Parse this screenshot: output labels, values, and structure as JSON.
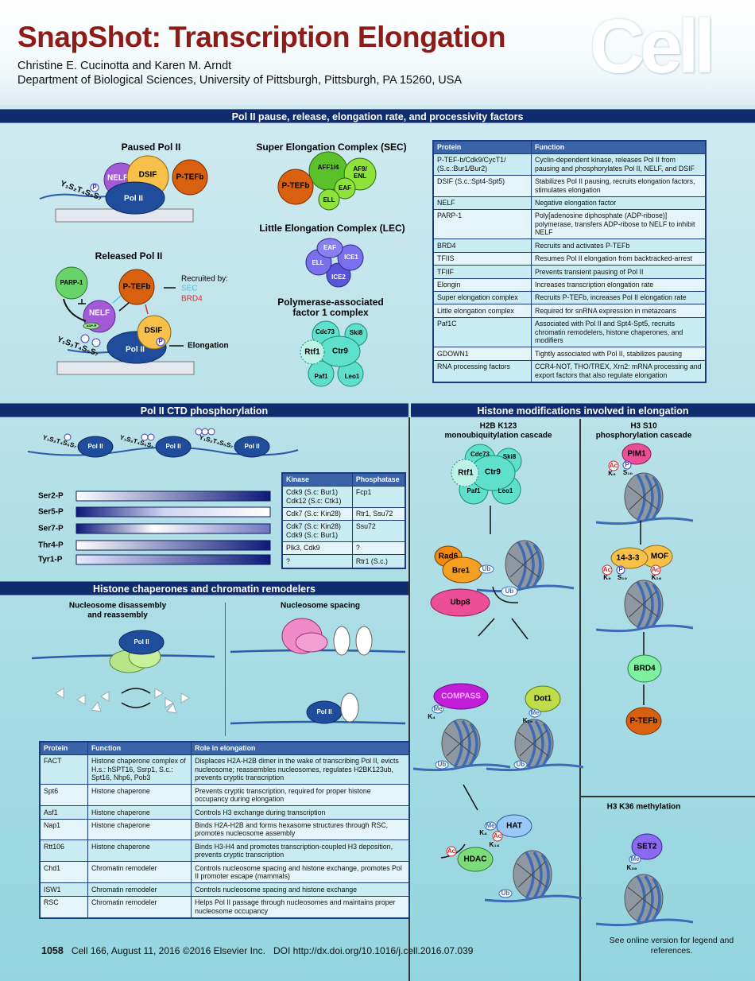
{
  "header": {
    "title": "SnapShot: Transcription Elongation",
    "authors": "Christine E. Cucinotta and Karen M. Arndt",
    "affiliation": "Department of Biological Sciences, University of Pittsburgh, Pittsburgh, PA 15260, USA",
    "logo": "Cell"
  },
  "sections": {
    "pol2": "Pol II pause, release, elongation rate, and processivity factors",
    "ctd": "Pol II CTD phosphorylation",
    "histone_mod": "Histone modifications involved in elongation",
    "chaperones": "Histone chaperones and chromatin remodelers"
  },
  "colors": {
    "title": "#8e1b17",
    "section_bar": "#0e2c6e",
    "pol2": "#1f4d9c",
    "ptefb": "#d9600f",
    "nelf": "#a35ad6",
    "dsif": "#f7c04a",
    "sec_arrow": "#4cc3dd",
    "brd4_arrow": "#e02a2a"
  },
  "paused": {
    "title": "Paused Pol II",
    "nelf": "NELF",
    "dsif": "DSIF",
    "ptefb": "P-TEFb",
    "pol2": "Pol II",
    "ctd": "Y₁S₂T₄S₅S₇",
    "p": "P"
  },
  "released": {
    "title": "Released Pol II",
    "parp1": "PARP-1",
    "ptefb": "P-TEFb",
    "nelf": "NELF",
    "adpr": "ADP-R",
    "dsif": "DSIF",
    "pol2": "Pol II",
    "ctd": "Y₁S₂T₄S₅S₇",
    "p": "P",
    "recruited_by": "Recruited by:",
    "sec": "SEC",
    "brd4": "BRD4",
    "elongation": "Elongation"
  },
  "sec": {
    "title": "Super Elongation Complex (SEC)",
    "aff": "AFF1/4",
    "af9": "AF9/",
    "enl": "ENL",
    "ptefb": "P-TEFb",
    "eaf": "EAF",
    "ell": "ELL"
  },
  "lec": {
    "title": "Little Elongation Complex (LEC)",
    "eaf": "EAF",
    "ell": "ELL",
    "ice1": "ICE1",
    "ice2": "ICE2"
  },
  "paf": {
    "title1": "Polymerase-associated",
    "title2": "factor 1 complex",
    "cdc73": "Cdc73",
    "ski8": "Ski8",
    "rtf1": "Rtf1",
    "ctr9": "Ctr9",
    "paf1": "Paf1",
    "leo1": "Leo1"
  },
  "factors_table": {
    "headers": [
      "Protein",
      "Function"
    ],
    "rows": [
      [
        "P-TEF-b/Cdk9/CycT1/ (S.c.:Bur1/Bur2)",
        "Cyclin-dependent kinase, releases Pol II from pausing and phosphorylates Pol II, NELF, and DSIF"
      ],
      [
        "DSIF (S.c.:Spt4-Spt5)",
        "Stabilizes Pol II pausing, recruits elongation factors, stimulates elongation"
      ],
      [
        "NELF",
        "Negative elongation factor"
      ],
      [
        "PARP-1",
        "Poly[adenosine diphosphate (ADP-ribose)] polymerase, transfers ADP-ribose to NELF to inhibit NELF"
      ],
      [
        "BRD4",
        "Recruits and activates P-TEFb"
      ],
      [
        "TFIIS",
        "Resumes Pol II elongation from backtracked-arrest"
      ],
      [
        "TFIIF",
        "Prevents transient pausing of Pol II"
      ],
      [
        "Elongin",
        "Increases transcription elongation rate"
      ],
      [
        "Super elongation complex",
        "Recruits P-TEFb, increases Pol II elongation rate"
      ],
      [
        "Little elongation complex",
        "Required for snRNA expression in metazoans"
      ],
      [
        "Paf1C",
        "Associated with Pol II and Spt4-Spt5, recruits chromatin remodelers, histone chaperones, and modifiers"
      ],
      [
        "GDOWN1",
        "Tightly associated with Pol II, stabilizes pausing"
      ],
      [
        "RNA processing factors",
        "CCR4-NOT, THO/TREX, Xrn2: mRNA processing and export factors that also regulate elongation"
      ]
    ]
  },
  "ctd": {
    "pol2": "Pol II",
    "ctd": "Y₁S₂T₄S₅S₇",
    "p": "P",
    "marks": [
      {
        "label": "Ser2-P",
        "gradient": "low-to-high"
      },
      {
        "label": "Ser5-P",
        "gradient": "high-to-low"
      },
      {
        "label": "Ser7-P",
        "gradient": "high-low-mid"
      },
      {
        "label": "Thr4-P",
        "gradient": "low-to-high"
      },
      {
        "label": "Tyr1-P",
        "gradient": "low-to-high"
      }
    ]
  },
  "kinase_table": {
    "headers": [
      "Kinase",
      "Phosphatase"
    ],
    "rows": [
      [
        "Cdk9 (S.c: Bur1) Cdk12 (S.c: Ctk1)",
        "Fcp1"
      ],
      [
        "Cdk7 (S.c: Kin28)",
        "Rtr1, Ssu72"
      ],
      [
        "Cdk7 (S.c: Kin28) Cdk9 (S.c: Bur1)",
        "Ssu72"
      ],
      [
        "Plk3, Cdk9",
        "?"
      ],
      [
        "?",
        "Rtr1 (S.c.)"
      ]
    ]
  },
  "chaperones": {
    "disassembly1": "Nucleosome disassembly",
    "disassembly2": "and reassembly",
    "spacing": "Nucleosome spacing",
    "pol2": "Pol II"
  },
  "chaperone_table": {
    "headers": [
      "Protein",
      "Function",
      "Role in elongation"
    ],
    "rows": [
      [
        "FACT",
        "Histone chaperone complex of H.s.: hSPT16, Ssrp1, S.c.: Spt16, Nhp6, Pob3",
        "Displaces H2A-H2B dimer in the wake of transcribing Pol II, evicts nucleosome; reassembles nucleosomes, regulates H2BK123ub, prevents cryptic transcription"
      ],
      [
        "Spt6",
        "Histone chaperone",
        "Prevents cryptic transcription, required for proper histone occupancy during elongation"
      ],
      [
        "Asf1",
        "Histone chaperone",
        "Controls H3 exchange during transcription"
      ],
      [
        "Nap1",
        "Histone chaperone",
        "Binds H2A-H2B and forms hexasome structures through RSC, promotes nucleosome assembly"
      ],
      [
        "Rtt106",
        "Histone chaperone",
        "Binds H3-H4 and promotes transcription-coupled H3 deposition, prevents cryptic transcription"
      ],
      [
        "Chd1",
        "Chromatin remodeler",
        "Controls nucleosome spacing and histone exchange, promotes Pol II promoter escape (mammals)"
      ],
      [
        "ISW1",
        "Chromatin remodeler",
        "Controls nucleosome spacing and histone exchange"
      ],
      [
        "RSC",
        "Chromatin remodeler",
        "Helps Pol II passage through nucleosomes and maintains proper nucleosome occupancy"
      ]
    ]
  },
  "h2b": {
    "title1": "H2B K123",
    "title2": "monoubiquitylation cascade",
    "cdc73": "Cdc73",
    "ski8": "Ski8",
    "rtf1": "Rtf1",
    "ctr9": "Ctr9",
    "paf1": "Paf1",
    "leo1": "Leo1",
    "rad6": "Rad6",
    "bre1": "Bre1",
    "ub": "Ub",
    "ubp8": "Ubp8",
    "compass": "COMPASS",
    "dot1": "Dot1",
    "me": "Me",
    "k4": "K₄",
    "k79": "K₇₉",
    "hat": "HAT",
    "hdac": "HDAC",
    "ac": "Ac",
    "k14": "K₁₄"
  },
  "h3s10": {
    "title1": "H3 S10",
    "title2": "phosphorylation cascade",
    "pim1": "PIM1",
    "ac": "Ac",
    "p": "P",
    "k9": "K₉",
    "s10": "S₁₀",
    "k16": "K₁₆",
    "p1433": "14-3-3",
    "mof": "MOF",
    "brd4": "BRD4",
    "ptefb": "P-TEFb"
  },
  "h3k36": {
    "title": "H3 K36 methylation",
    "set2": "SET2",
    "me": "Me",
    "k36": "K₃₆"
  },
  "footer": {
    "page": "1058",
    "citation": "Cell 166, August 11, 2016 ©2016 Elsevier Inc.",
    "doi": "DOI http://dx.doi.org/10.1016/j.cell.2016.07.039",
    "online": "See online version for legend and references."
  }
}
